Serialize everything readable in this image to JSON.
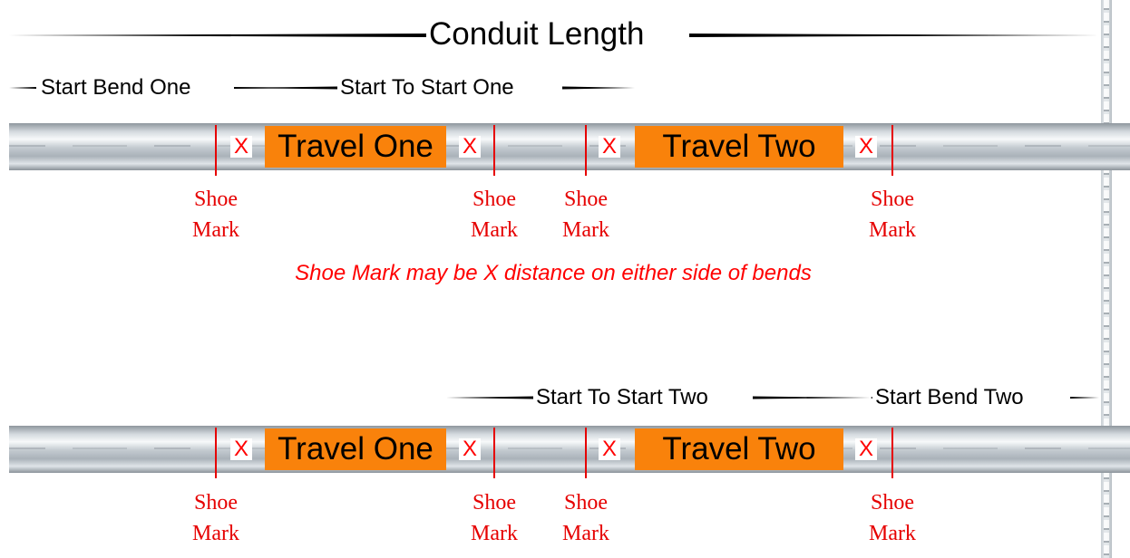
{
  "dimensions": {
    "conduit_length": "Conduit Length",
    "start_bend_one": "Start Bend One",
    "start_to_start_one": "Start To Start One",
    "start_to_start_two": "Start To Start Two",
    "start_bend_two": "Start Bend Two"
  },
  "pipe_top": {
    "travel_one": "Travel One",
    "travel_two": "Travel Two",
    "x_label": "X",
    "shoe_marks": [
      {
        "line1": "Shoe",
        "line2": "Mark"
      },
      {
        "line1": "Shoe",
        "line2": "Mark"
      },
      {
        "line1": "Shoe",
        "line2": "Mark"
      },
      {
        "line1": "Shoe",
        "line2": "Mark"
      }
    ]
  },
  "note": "Shoe Mark may be X distance on either side of bends",
  "pipe_bottom": {
    "travel_one": "Travel One",
    "travel_two": "Travel Two",
    "x_label": "X",
    "shoe_marks": [
      {
        "line1": "Shoe",
        "line2": "Mark"
      },
      {
        "line1": "Shoe",
        "line2": "Mark"
      },
      {
        "line1": "Shoe",
        "line2": "Mark"
      },
      {
        "line1": "Shoe",
        "line2": "Mark"
      }
    ]
  },
  "colors": {
    "travel_fill": "#f9820b",
    "mark_red": "#e60000",
    "note_red": "#ff0000"
  }
}
